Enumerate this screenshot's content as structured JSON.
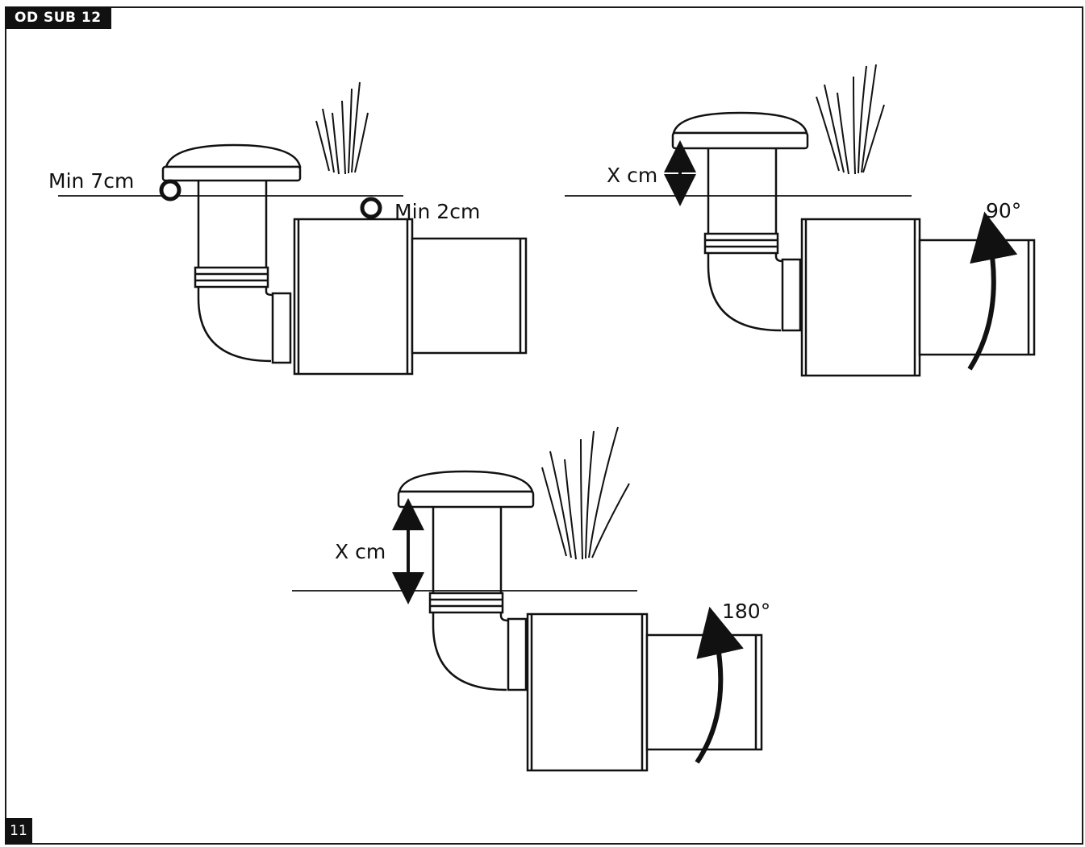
{
  "header": {
    "model_label": "OD SUB 12"
  },
  "footer": {
    "page_number": "11"
  },
  "diagrams": [
    {
      "id": "installation-minimum-depth",
      "labels": {
        "left_depth": "Min 7cm",
        "right_depth": "Min 2cm"
      }
    },
    {
      "id": "installation-rotated-90",
      "labels": {
        "depth": "X cm",
        "rotation": "90°"
      }
    },
    {
      "id": "installation-rotated-180",
      "labels": {
        "depth": "X cm",
        "rotation": "180°"
      }
    }
  ],
  "colors": {
    "line": "#111111",
    "background": "#ffffff"
  }
}
